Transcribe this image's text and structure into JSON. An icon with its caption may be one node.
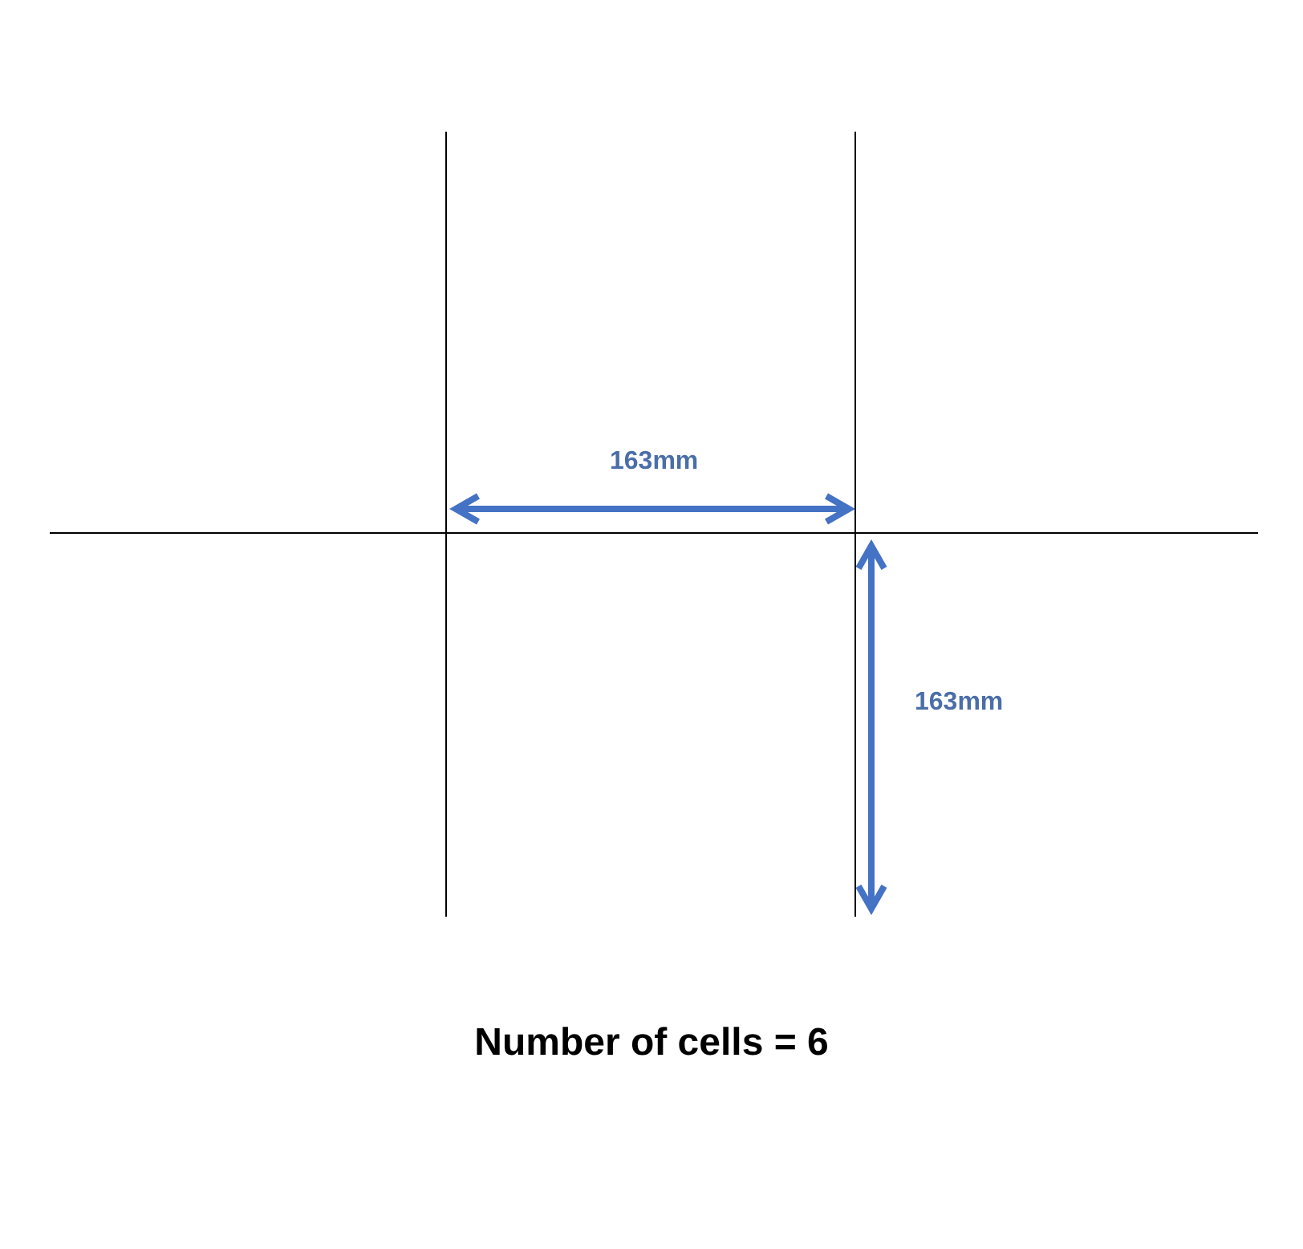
{
  "diagram": {
    "caption": "Number of cells = 6",
    "labels": [
      "163mm",
      "163mm"
    ]
  }
}
